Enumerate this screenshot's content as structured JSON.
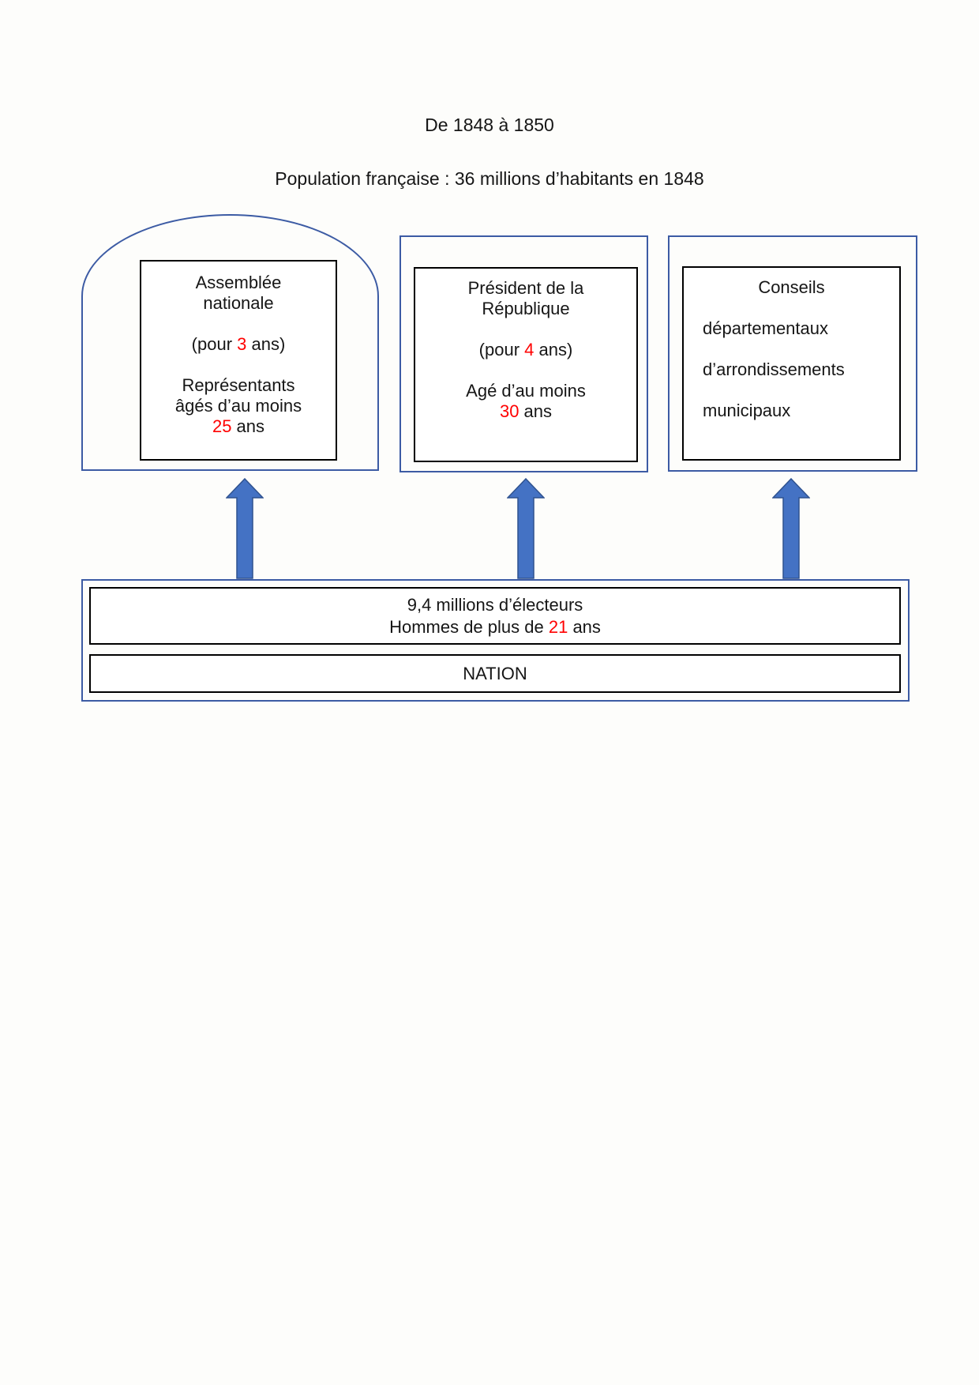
{
  "header": {
    "title": "De 1848 à 1850",
    "subtitle": "Population française : 36 millions d’habitants en 1848"
  },
  "assemblee": {
    "name_line1": "Assemblée",
    "name_line2": "nationale",
    "term_prefix": "(pour ",
    "term_years": "3",
    "term_suffix": " ans)",
    "members_line1": "Représentants",
    "members_line2": "âgés d’au moins",
    "min_age": "25",
    "min_age_suffix": " ans"
  },
  "president": {
    "name_line1": "Président de la",
    "name_line2": "République",
    "term_prefix": "(pour ",
    "term_years": "4",
    "term_suffix": " ans)",
    "age_line1": "Agé d’au moins",
    "min_age": "30",
    "min_age_suffix": " ans"
  },
  "conseils": {
    "title": "Conseils",
    "items": [
      "départementaux",
      "d’arrondissements",
      "municipaux"
    ]
  },
  "electorate": {
    "line1": "9,4 millions d’électeurs",
    "line2_prefix": "Hommes de plus de ",
    "min_age": "21",
    "line2_suffix": " ans"
  },
  "nation": {
    "label": "NATION"
  },
  "colors": {
    "box_border_blue": "#3c5ba4",
    "arrow_fill": "#4472c4",
    "arrow_border": "#2f528f",
    "highlight_red": "#ff0000",
    "inner_border_black": "#000000"
  }
}
